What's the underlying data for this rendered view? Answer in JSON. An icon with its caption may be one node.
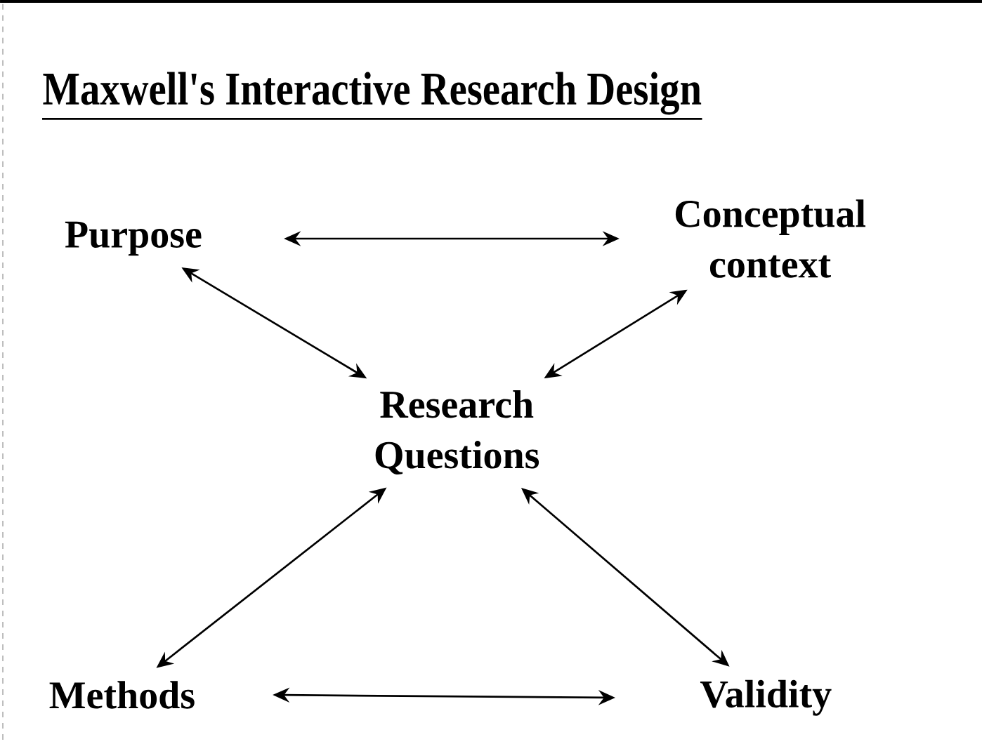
{
  "diagram": {
    "title": "Maxwell's Interactive Research Design",
    "nodes": [
      {
        "text": [
          "Purpose"
        ]
      },
      {
        "text": [
          "Conceptual context"
        ]
      },
      {
        "text": [
          "Research Questions"
        ]
      },
      {
        "text": [
          "Methods"
        ]
      },
      {
        "text": [
          "Validity"
        ]
      }
    ],
    "edges": [
      {
        "from": 0,
        "to": 1,
        "arrow": "both"
      },
      {
        "from": 0,
        "to": 2,
        "arrow": "both"
      },
      {
        "from": 1,
        "to": 2,
        "arrow": "both"
      },
      {
        "from": 2,
        "to": 3,
        "arrow": "both"
      },
      {
        "from": 2,
        "to": 4,
        "arrow": "both"
      },
      {
        "from": 3,
        "to": 4,
        "arrow": "both"
      }
    ]
  }
}
